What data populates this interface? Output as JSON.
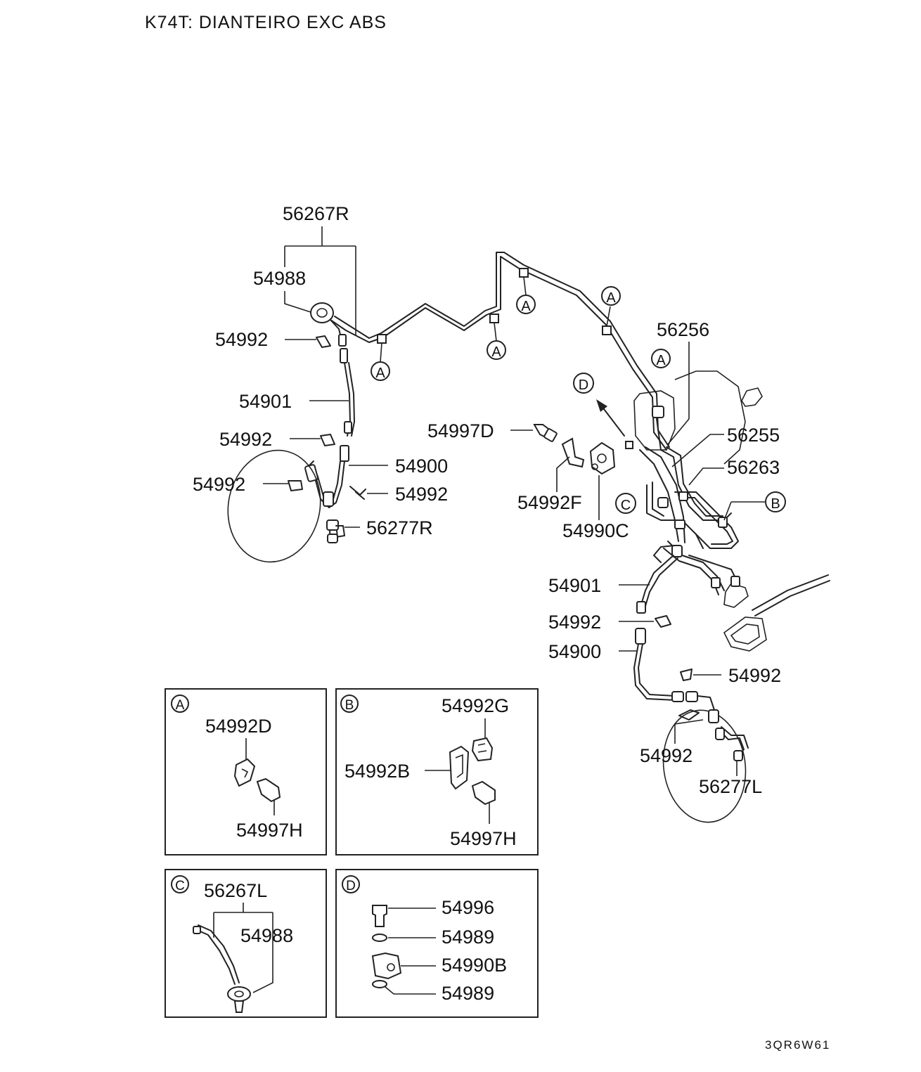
{
  "diagram": {
    "title": "K74T: DIANTEIRO EXC ABS",
    "code": "3QR6W61",
    "labels": {
      "p56267R": "56267R",
      "p54988_top": "54988",
      "p54992_1": "54992",
      "p54901_left": "54901",
      "p54992_2": "54992",
      "p54900_left": "54900",
      "p54992_3": "54992",
      "p54992_4": "54992",
      "p56277R": "56277R",
      "p56256": "56256",
      "p54997D": "54997D",
      "p56255": "56255",
      "p56263": "56263",
      "p54992F": "54992F",
      "p54990C": "54990C",
      "p54901_right": "54901",
      "p54992_5": "54992",
      "p54900_right": "54900",
      "p54992_6": "54992",
      "p54992_7": "54992",
      "p56277L": "56277L"
    },
    "callouts": {
      "a": "A",
      "b": "B",
      "c": "C",
      "d": "D"
    },
    "insets": {
      "A": {
        "letter": "A",
        "parts": [
          "54992D",
          "54997H"
        ]
      },
      "B": {
        "letter": "B",
        "parts": [
          "54992G",
          "54992B",
          "54997H"
        ]
      },
      "C": {
        "letter": "C",
        "parts": [
          "56267L",
          "54988"
        ]
      },
      "D": {
        "letter": "D",
        "parts": [
          "54996",
          "54989",
          "54990B",
          "54989"
        ]
      }
    }
  }
}
